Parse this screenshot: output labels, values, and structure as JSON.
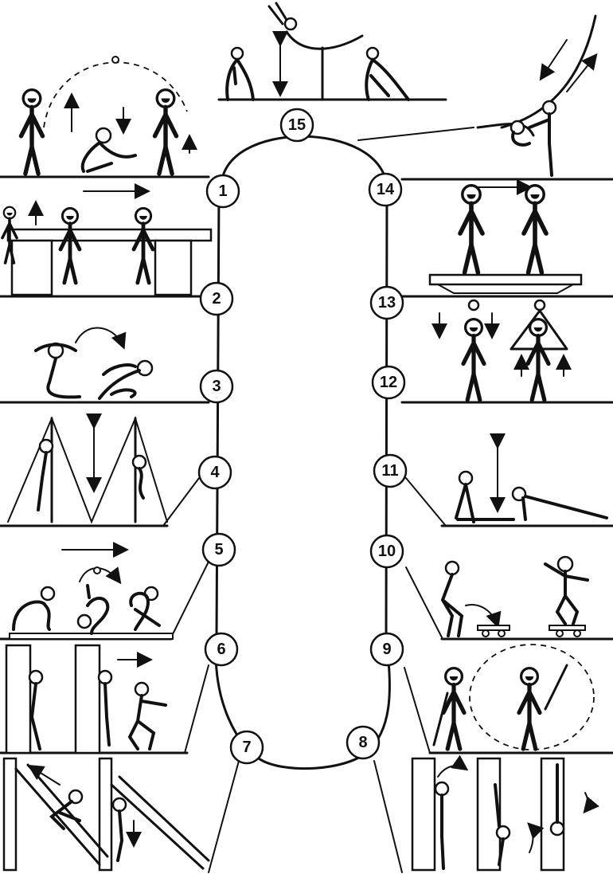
{
  "stations": [
    {
      "number": "1"
    },
    {
      "number": "2"
    },
    {
      "number": "3"
    },
    {
      "number": "4"
    },
    {
      "number": "5"
    },
    {
      "number": "6"
    },
    {
      "number": "7"
    },
    {
      "number": "8"
    },
    {
      "number": "9"
    },
    {
      "number": "10"
    },
    {
      "number": "11"
    },
    {
      "number": "12"
    },
    {
      "number": "13"
    },
    {
      "number": "14"
    },
    {
      "number": "15"
    }
  ],
  "colors": {
    "ink": "#111111",
    "paper": "#ffffff"
  }
}
